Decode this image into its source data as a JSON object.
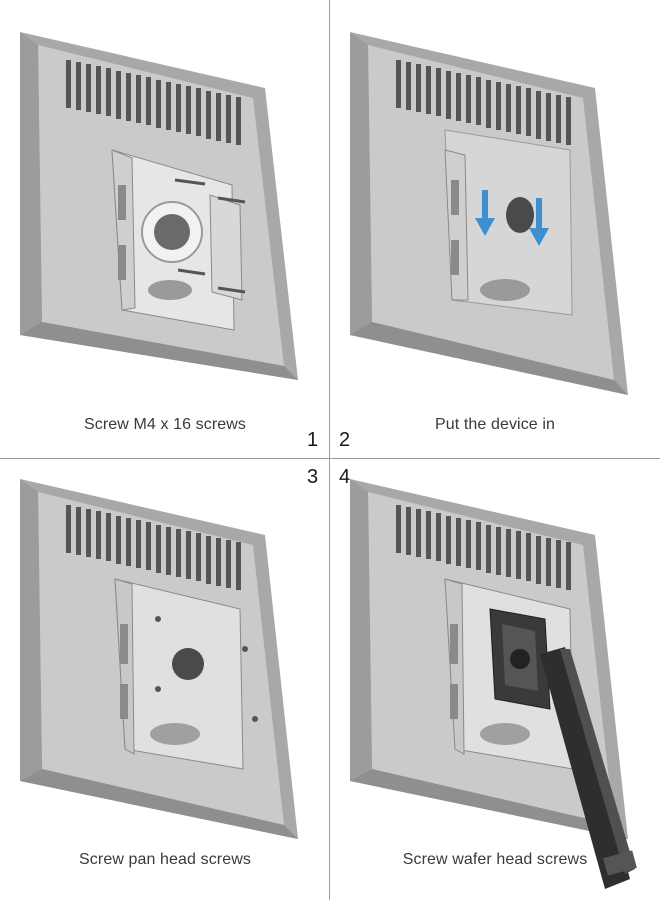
{
  "steps": [
    {
      "number": "1",
      "caption": "Screw M4 x 16 screws"
    },
    {
      "number": "2",
      "caption": "Put the device in"
    },
    {
      "number": "3",
      "caption": "Screw pan head screws"
    },
    {
      "number": "4",
      "caption": "Screw wafer head screws"
    }
  ],
  "colors": {
    "monitor_face": "#c9c9c9",
    "monitor_bevel": "#a9a9a9",
    "bracket_metal": "#e2e2e2",
    "arrow_blue": "#3d8fd0",
    "arm_dark": "#2e2e2e"
  }
}
